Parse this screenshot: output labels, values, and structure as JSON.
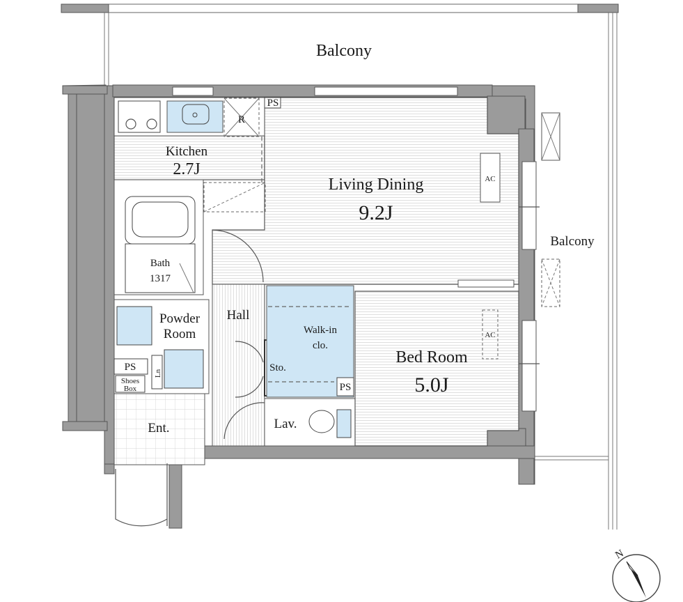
{
  "rooms": {
    "balcony_top": "Balcony",
    "balcony_right": "Balcony",
    "kitchen": "Kitchen",
    "kitchen_size": "2.7J",
    "living": "Living Dining",
    "living_size": "9.2J",
    "bath": "Bath",
    "bath_size": "1317",
    "powder": "Powder",
    "powder2": "Room",
    "hall": "Hall",
    "walkin": "Walk-in",
    "walkin2": "clo.",
    "sto": "Sto.",
    "bed": "Bed Room",
    "bed_size": "5.0J",
    "lav": "Lav.",
    "ent": "Ent.",
    "ps1": "PS",
    "ps2": "PS",
    "ps3": "PS",
    "shoes": "Shoes",
    "shoes2": "Box",
    "ln": "Ln",
    "r": "R",
    "ac1": "AC",
    "ac2": "AC"
  },
  "compass": {
    "label": "N"
  },
  "colors": {
    "wall": "#9b9b9b",
    "water": "#cfe6f5"
  }
}
